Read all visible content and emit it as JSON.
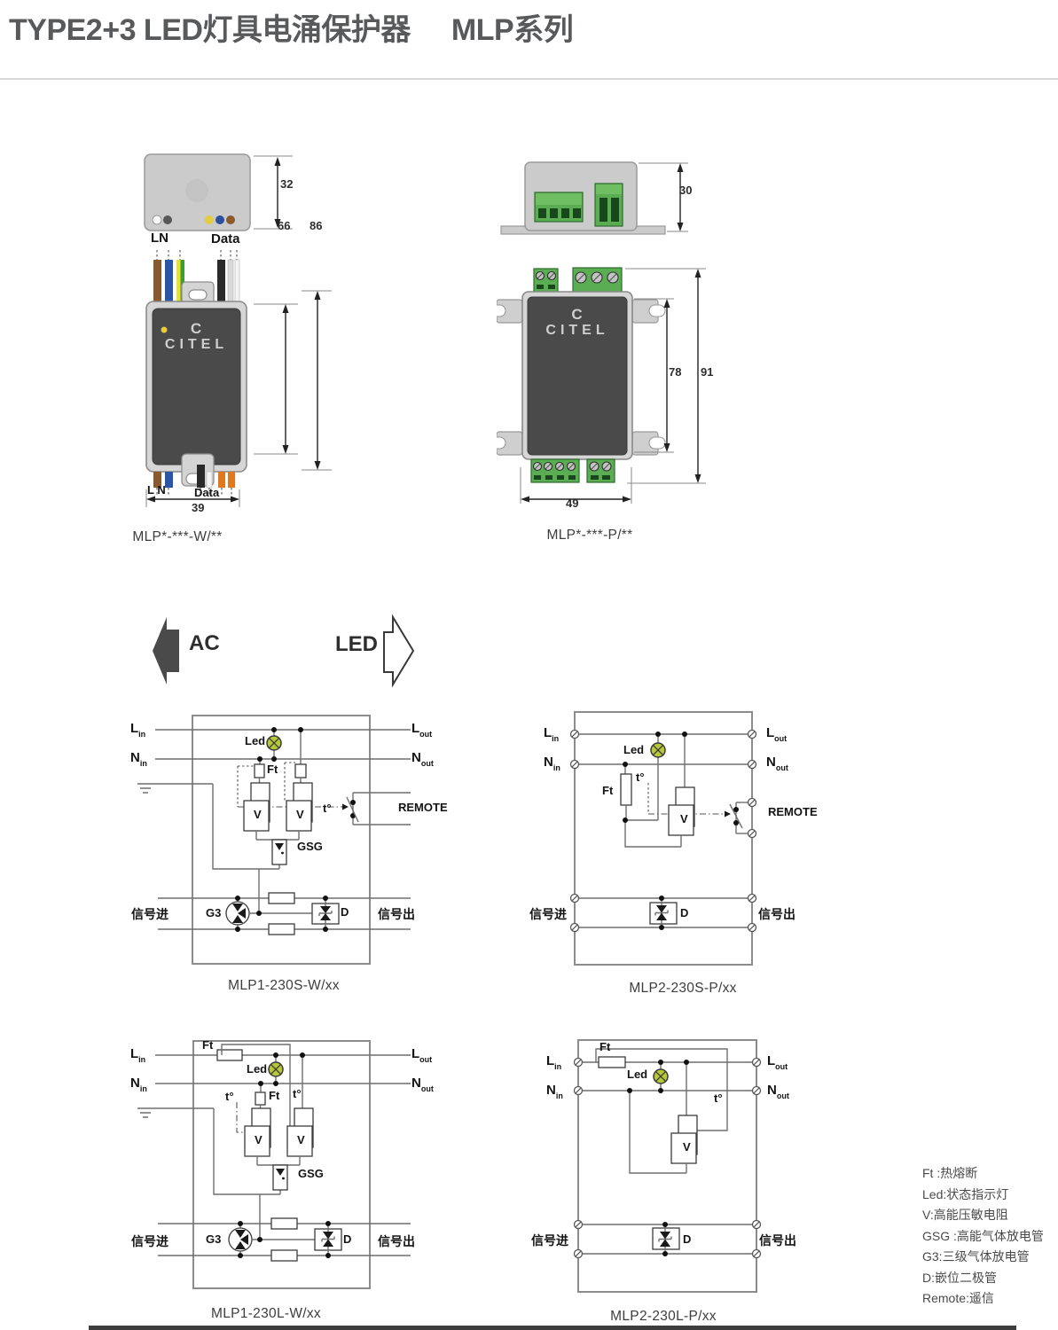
{
  "page": {
    "title_left": "TYPE2+3 LED灯具电涌保护器",
    "title_right": "MLP系列"
  },
  "brand": "CITEL",
  "brand_initial": "C",
  "flow": {
    "ac": "AC",
    "led": "LED"
  },
  "products": {
    "w": {
      "caption": "MLP*-***-W/**",
      "label_ln_top": "LN",
      "label_data_top": "Data",
      "label_ln_bottom": "L N",
      "label_data_bottom": "Data",
      "dim_top_height": "32",
      "dim_body": "66",
      "dim_total": "86",
      "dim_width": "39"
    },
    "p": {
      "caption": "MLP*-***-P/**",
      "dim_top_height": "30",
      "dim_body": "78",
      "dim_total": "91",
      "dim_width": "49"
    }
  },
  "labels": {
    "l": "L",
    "n": "N",
    "sub_in": "in",
    "sub_out": "out",
    "led": "Led",
    "ft": "Ft",
    "v": "V",
    "t_deg": "t°",
    "gsg": "GSG",
    "g3": "G3",
    "d": "D",
    "remote": "REMOTE",
    "signal_in": "信号进",
    "signal_out": "信号出"
  },
  "circuits": {
    "c1": {
      "caption": "MLP1-230S-W/xx"
    },
    "c2": {
      "caption": "MLP2-230S-P/xx"
    },
    "c3": {
      "caption": "MLP1-230L-W/xx"
    },
    "c4": {
      "caption": "MLP2-230L-P/xx"
    }
  },
  "legend": {
    "items": [
      "Ft :热熔断",
      "Led:状态指示灯",
      "V:高能压敏电阻",
      "GSG :高能气体放电管",
      "G3:三级气体放电管",
      "D:嵌位二极管",
      "Remote:遥信"
    ]
  },
  "colors": {
    "title": "#58595b",
    "panel_dark": "#4a4a4b",
    "device_gray": "#d6d6d6",
    "terminal_green": "#5aad52",
    "led_green": "#b5c837",
    "wire_brown": "#8a5a2e",
    "wire_blue": "#2b56a5",
    "wire_green": "#3f9b35",
    "wire_yellow": "#e8e22e",
    "wire_orange": "#e07820",
    "schematic_line": "#6f6f6f"
  }
}
